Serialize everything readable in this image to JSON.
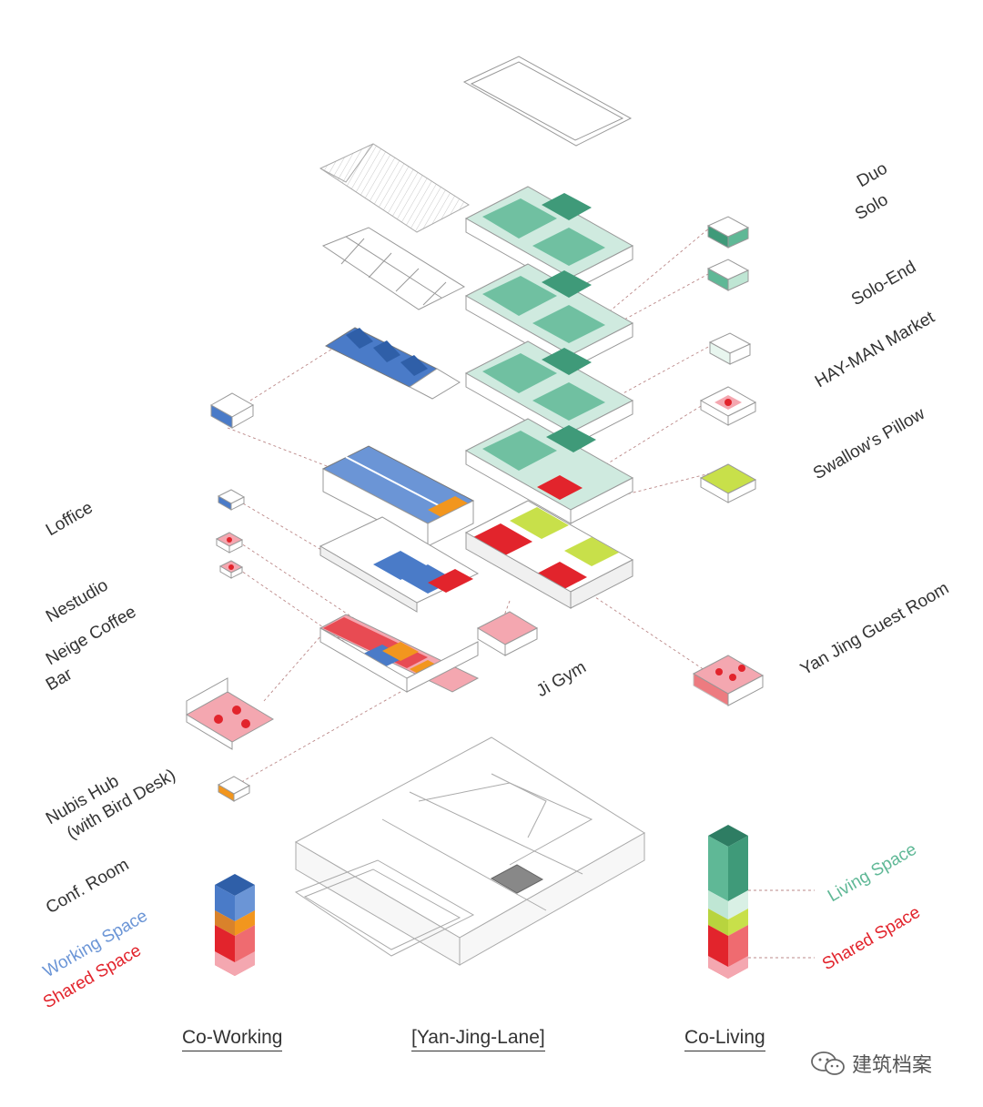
{
  "labels": {
    "duo": "Duo",
    "solo": "Solo",
    "solo_end": "Solo-End",
    "hayman_market": "HAY-MAN Market",
    "swallows_pillow": "Swallow's Pillow",
    "loffice": "Loffice",
    "nestudio": "Nestudio",
    "neige_coffee": "Neige Coffee",
    "bar": "Bar",
    "ji_gym": "Ji Gym",
    "yanjing_guest_room": "Yan Jing Guest Room",
    "nubis_hub": "Nubis Hub",
    "with_bird_desk": "(with Bird Desk)",
    "conf_room": "Conf. Room"
  },
  "legend_left": {
    "working_space": "Working Space",
    "shared_space": "Shared Space"
  },
  "legend_right": {
    "living_space": "Living Space",
    "shared_space": "Shared Space"
  },
  "captions": {
    "co_working": "Co-Working",
    "yan_jing_lane": "[Yan-Jing-Lane]",
    "co_living": "Co-Living"
  },
  "watermark": "建筑档案",
  "colors": {
    "working_blue": "#4a7bc8",
    "shared_red": "#e2242c",
    "shared_pink": "#f4a7b0",
    "living_green": "#5fb896",
    "living_light": "#bfe6d4",
    "lime": "#c8e04a",
    "orange": "#f2961e",
    "line_gray": "#9a9a9a"
  }
}
